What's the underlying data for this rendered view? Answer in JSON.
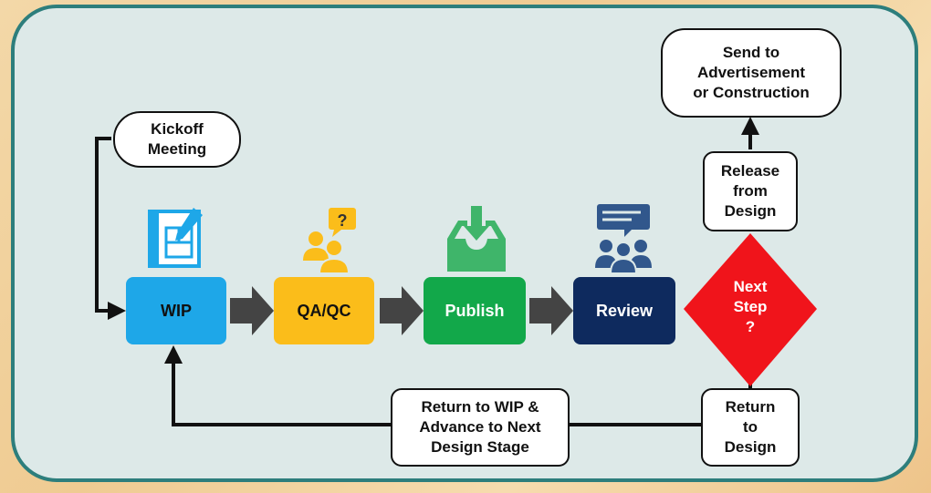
{
  "colors": {
    "frame": "#2d7e7c",
    "wip": "#1ea7e8",
    "qaqc": "#fbbd1a",
    "publish": "#12a84a",
    "review": "#0e2a5e",
    "decision": "#f0141b",
    "arrow": "#444444"
  },
  "stages": {
    "wip": "WIP",
    "qaqc": "QA/QC",
    "publish": "Publish",
    "review": "Review"
  },
  "decision": "Next\nStep\n?",
  "notes": {
    "kickoff": "Kickoff\nMeeting",
    "send": "Send to\nAdvertisement\nor Construction",
    "release": "Release\nfrom\nDesign",
    "return_design": "Return\nto\nDesign",
    "return_wip": "Return to WIP &\nAdvance to Next\nDesign Stage"
  },
  "icons": {
    "wip": "blueprint-pencil-icon",
    "qaqc": "people-question-icon",
    "publish": "download-tray-icon",
    "review": "team-chat-icon"
  }
}
